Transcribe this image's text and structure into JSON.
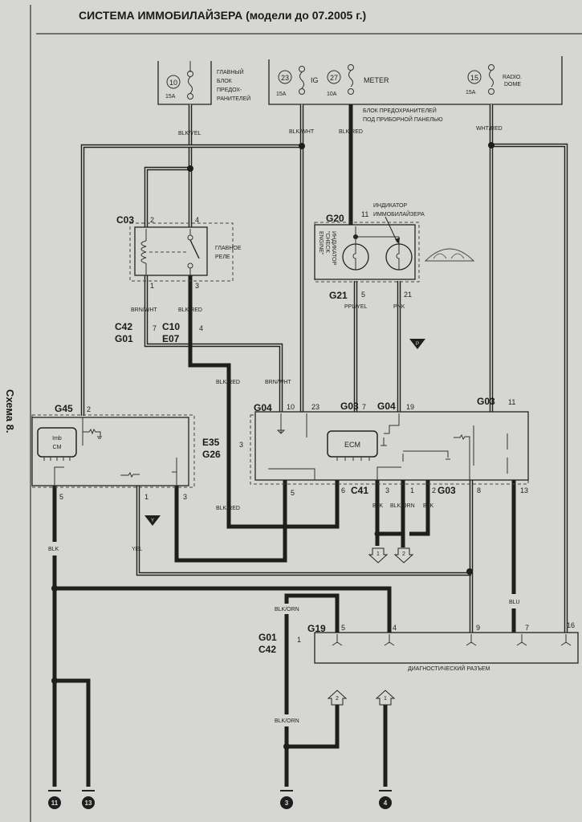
{
  "title": "СИСТЕМА ИММОБИЛАЙЗЕРА (модели до 07.2005 г.)",
  "side_label": "Схема 8.",
  "fuses": {
    "main_box": {
      "label_lines": [
        "ГЛАВНЫЙ",
        "БЛОК",
        "ПРЕДОХ-",
        "РАНИТЕЛЕЙ"
      ],
      "fuse": {
        "number": "10",
        "rating": "15A"
      }
    },
    "dash_box": {
      "label_lines": [
        "БЛОК ПРЕДОХРАНИТЕЛЕЙ",
        "ПОД ПРИБОРНОЙ ПАНЕЛЬЮ"
      ],
      "fuses": [
        {
          "number": "23",
          "rating": "15A",
          "name": "IG"
        },
        {
          "number": "27",
          "rating": "10A",
          "name": "METER"
        },
        {
          "number": "15",
          "rating": "15A",
          "name_lines": [
            "RADIO.",
            "DOME"
          ]
        }
      ]
    }
  },
  "wires": {
    "blk_yel": "BLK/YEL",
    "blk_wht": "BLK/WHT",
    "blk_red": "BLK/RED",
    "wht_red": "WHT/RED",
    "brn_wht": "BRN/WHT",
    "blk_red2": "BLK/RED",
    "blk_red3": "BLK/RED",
    "blk_red4": "BLK/RED",
    "brn_wht2": "BRN/WHT",
    "ppl_yel": "PPL/YEL",
    "pnk": "PNK",
    "blk": "BLK",
    "yel": "YEL",
    "c41_blk1": "BLK",
    "c41_blkorn": "BLK/ORN",
    "c41_blk2": "BLK",
    "blu": "BLU",
    "blk_orn1": "BLK/ORN",
    "blk_orn2": "BLK/ORN"
  },
  "relay": {
    "connector": "C03",
    "pins": [
      "2",
      "4",
      "1",
      "3"
    ],
    "label_lines": [
      "ГЛАВНОЕ",
      "РЕЛЕ"
    ]
  },
  "connectors": {
    "c42_g01": [
      "C42",
      "G01"
    ],
    "c42_pin": "7",
    "c10_e07": [
      "C10",
      "E07"
    ],
    "c10_pin": "4",
    "e35_g26": [
      "E35",
      "G26"
    ],
    "e35_pin": "3",
    "g01_c42": [
      "G01",
      "C42"
    ],
    "g01_pin": "1"
  },
  "meter": {
    "connector_top": "G20",
    "pin_top": "11",
    "connector_bottom": "G21",
    "pin_5": "5",
    "pin_21": "21",
    "indicator_label_lines": [
      "ИНДИКАТОР",
      "ИММОБИЛАЙЗЕРА"
    ],
    "check_engine_lines": [
      "ИНДИКАТОР",
      "\"CHECK",
      "ENGINE\""
    ]
  },
  "ecm": {
    "label": "ECM",
    "top_pins": [
      {
        "connector": "G04",
        "pin": "10"
      },
      {
        "connector": "",
        "pin": "23"
      },
      {
        "connector": "G03",
        "pin": "7"
      },
      {
        "connector": "G04",
        "pin": "19"
      },
      {
        "connector": "G03",
        "pin": "11"
      }
    ],
    "bottom_pins": {
      "p5": "5",
      "p6": "6",
      "c41": "C41",
      "p3": "3",
      "p1": "1",
      "p2": "2",
      "g03": "G03",
      "p8": "8",
      "p13": "13"
    }
  },
  "imb": {
    "label_lines": [
      "Imb",
      "CM"
    ],
    "connector": "G45",
    "pin_top": "2",
    "pins_bottom": [
      "5",
      "1",
      "3"
    ]
  },
  "markers": {
    "p": "P",
    "y": "Y",
    "arrow1": "1",
    "arrow2": "2"
  },
  "diag": {
    "label": "ДИАГНОСТИЧЕСКИЙ РАЗЪЕМ",
    "connector": "G19",
    "pins": [
      "5",
      "4",
      "9",
      "7",
      "16"
    ]
  },
  "grounds": [
    "11",
    "13",
    "3",
    "4"
  ]
}
